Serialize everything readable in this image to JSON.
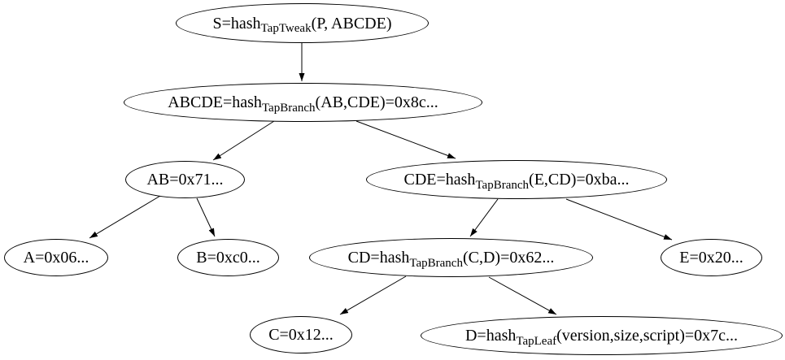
{
  "diagram": {
    "type": "tree",
    "description": "Taproot merkle tree of script hashes",
    "colors": {
      "background": "#ffffff",
      "node_fill": "#ffffff",
      "stroke": "#000000",
      "text": "#000000"
    },
    "nodes": {
      "s": {
        "pre": "S=hash",
        "sub": "TapTweak",
        "post": "(P, ABCDE)"
      },
      "abcde": {
        "pre": "ABCDE=hash",
        "sub": "TapBranch",
        "post": "(AB,CDE)=0x8c..."
      },
      "ab": {
        "pre": "AB=0x71..."
      },
      "cde": {
        "pre": "CDE=hash",
        "sub": "TapBranch",
        "post": "(E,CD)=0xba..."
      },
      "a": {
        "pre": "A=0x06..."
      },
      "b": {
        "pre": "B=0xc0..."
      },
      "cd": {
        "pre": "CD=hash",
        "sub": "TapBranch",
        "post": "(C,D)=0x62..."
      },
      "e": {
        "pre": "E=0x20..."
      },
      "c": {
        "pre": "C=0x12..."
      },
      "d": {
        "pre": "D=hash",
        "sub": "TapLeaf",
        "post": "(version,size,script)=0x7c..."
      }
    },
    "edges": [
      {
        "from": "S",
        "to": "ABCDE"
      },
      {
        "from": "ABCDE",
        "to": "AB"
      },
      {
        "from": "ABCDE",
        "to": "CDE"
      },
      {
        "from": "AB",
        "to": "A"
      },
      {
        "from": "AB",
        "to": "B"
      },
      {
        "from": "CDE",
        "to": "CD"
      },
      {
        "from": "CDE",
        "to": "E"
      },
      {
        "from": "CD",
        "to": "C"
      },
      {
        "from": "CD",
        "to": "D"
      }
    ]
  }
}
